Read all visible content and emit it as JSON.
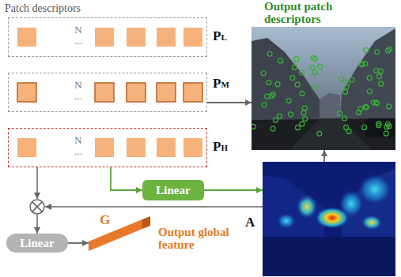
{
  "diagram": {
    "nodes": [
      {
        "text": [
          "PL",
          "N",
          "..."
        ]
      },
      {
        "text": [
          "PM",
          "N",
          "..."
        ]
      },
      {
        "text": [
          "PH",
          "N",
          "..."
        ]
      },
      {
        "text": [
          "Linear"
        ]
      },
      {
        "text": [
          "Linear"
        ]
      },
      {
        "text": [
          "Output patch descriptors"
        ]
      },
      {
        "text": [
          "A"
        ]
      },
      {
        "text": [
          "G",
          "Output global feature"
        ]
      }
    ],
    "edges": [
      {
        "from": 1,
        "to": 5,
        "arrow": "to"
      },
      {
        "from": 2,
        "to": 3,
        "arrow": "to"
      },
      {
        "from": 3,
        "to": 6,
        "arrow": "to"
      },
      {
        "from": 6,
        "to": 5,
        "arrow": "to"
      },
      {
        "from": 4,
        "to": 7,
        "arrow": "to"
      }
    ],
    "labels": [
      "Patch descriptors"
    ]
  }
}
